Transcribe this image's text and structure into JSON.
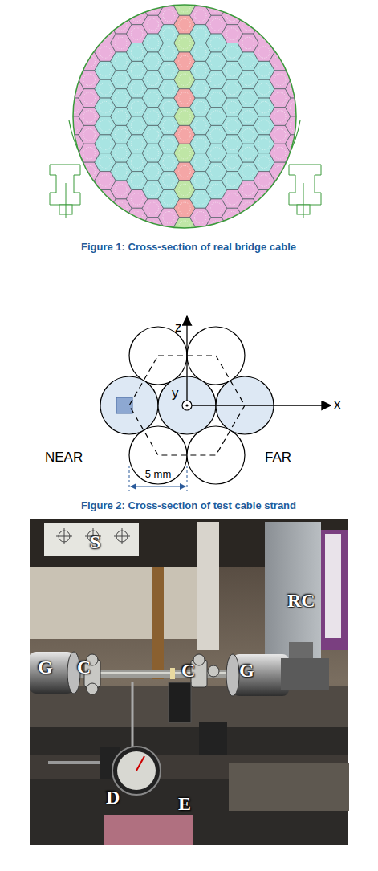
{
  "diagram": {
    "labels": [
      "Figure 1: Cross-section of real bridge cable",
      "z",
      "y",
      "x",
      "NEAR",
      "FAR",
      "5 mm",
      "Figure 2: Cross-section of test cable strand",
      "S",
      "RC",
      "G",
      "C",
      "C",
      "G",
      "D",
      "E"
    ]
  }
}
